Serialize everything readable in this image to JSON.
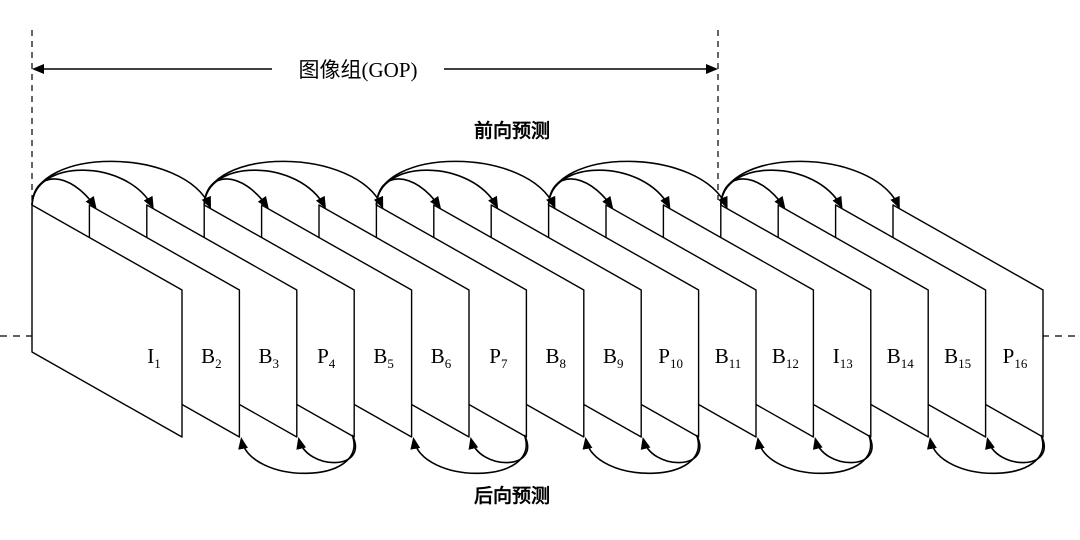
{
  "gop_label": "图像组(GOP)",
  "forward_label": "前向预测",
  "backward_label": "后向预测",
  "frames": [
    {
      "type": "I",
      "num": "1"
    },
    {
      "type": "B",
      "num": "2"
    },
    {
      "type": "B",
      "num": "3"
    },
    {
      "type": "P",
      "num": "4"
    },
    {
      "type": "B",
      "num": "5"
    },
    {
      "type": "B",
      "num": "6"
    },
    {
      "type": "P",
      "num": "7"
    },
    {
      "type": "B",
      "num": "8"
    },
    {
      "type": "B",
      "num": "9"
    },
    {
      "type": "P",
      "num": "10"
    },
    {
      "type": "B",
      "num": "11"
    },
    {
      "type": "B",
      "num": "12"
    },
    {
      "type": "I",
      "num": "13"
    },
    {
      "type": "B",
      "num": "14"
    },
    {
      "type": "B",
      "num": "15"
    },
    {
      "type": "P",
      "num": "16"
    }
  ],
  "colors": {
    "line": "#000000",
    "background": "#ffffff"
  }
}
